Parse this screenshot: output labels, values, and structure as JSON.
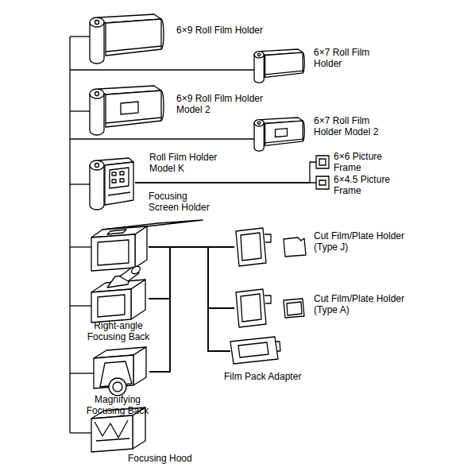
{
  "diagram": {
    "nodes": [
      {
        "text": [
          "6×9 Roll Film Holder"
        ]
      },
      {
        "text": [
          "6×7 Roll Film Holder"
        ]
      },
      {
        "text": [
          "6×9 Roll Film Holder Model 2"
        ]
      },
      {
        "text": [
          "6×7 Roll Film Holder Model 2"
        ]
      },
      {
        "text": [
          "Roll Film Holder Model K"
        ]
      },
      {
        "text": [
          "6×6 Picture Frame"
        ]
      },
      {
        "text": [
          "6×4.5 Picture Frame"
        ]
      },
      {
        "text": [
          "Focusing Screen Holder"
        ]
      },
      {
        "text": [
          "Cut Film/Plate Holder (Type J)"
        ]
      },
      {
        "text": [
          "Right-angle Focusing Back"
        ]
      },
      {
        "text": [
          "Cut Film/Plate Holder (Type A)"
        ]
      },
      {
        "text": [
          "Magnifying Focusing Back"
        ]
      },
      {
        "text": [
          "Film Pack Adapter"
        ]
      },
      {
        "text": [
          "Focusing Hood"
        ]
      }
    ],
    "edges": [
      {
        "from": 4,
        "to": 5,
        "arrow": "none"
      },
      {
        "from": 4,
        "to": 6,
        "arrow": "none"
      },
      {
        "from": 7,
        "to": 8,
        "arrow": "none"
      },
      {
        "from": 7,
        "to": 10,
        "arrow": "none"
      },
      {
        "from": 7,
        "to": 12,
        "arrow": "none"
      },
      {
        "from": 9,
        "to": 8,
        "arrow": "none"
      },
      {
        "from": 9,
        "to": 10,
        "arrow": "none"
      },
      {
        "from": 9,
        "to": 12,
        "arrow": "none"
      },
      {
        "from": 11,
        "to": 8,
        "arrow": "none"
      },
      {
        "from": 11,
        "to": 10,
        "arrow": "none"
      },
      {
        "from": 11,
        "to": 12,
        "arrow": "none"
      }
    ]
  }
}
